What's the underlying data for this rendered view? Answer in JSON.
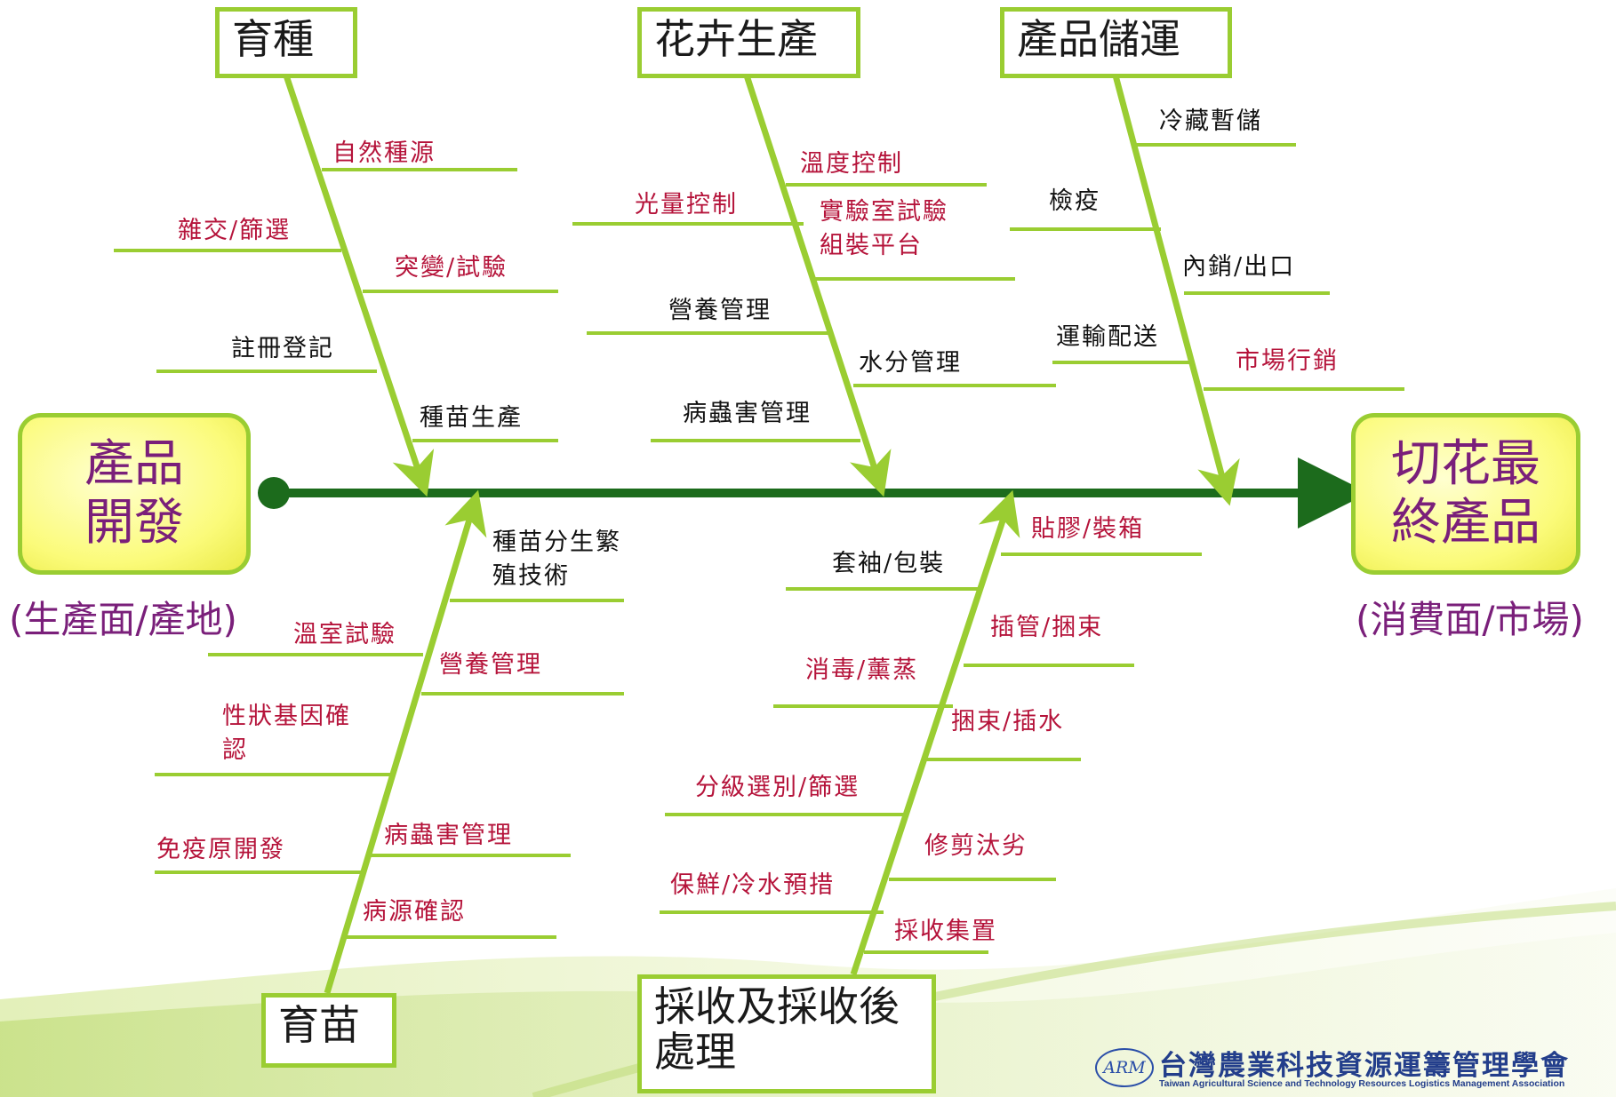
{
  "colors": {
    "bone": "#9acd32",
    "spine": "#1c6b1c",
    "accent_text": "#7a1f7a",
    "red_label": "#b5133a",
    "black_label": "#111111"
  },
  "start": {
    "label": "產品\n開發",
    "caption": "(生產面/產地)"
  },
  "end": {
    "label": "切花最\n終產品",
    "caption": "(消費面/市場)"
  },
  "categories": {
    "breeding": "育種",
    "flower_production": "花卉生產",
    "storage": "產品儲運",
    "seedling": "育苗",
    "harvest": "採收及採收後\n處理"
  },
  "causes": {
    "breeding": [
      {
        "text": "自然種源",
        "color": "red"
      },
      {
        "text": "雜交/篩選",
        "color": "red"
      },
      {
        "text": "突變/試驗",
        "color": "red"
      },
      {
        "text": "註冊登記",
        "color": "black"
      },
      {
        "text": "種苗生產",
        "color": "black"
      }
    ],
    "flower_production": [
      {
        "text": "溫度控制",
        "color": "red"
      },
      {
        "text": "光量控制",
        "color": "red"
      },
      {
        "text": "實驗室試驗\n組裝平台",
        "color": "red"
      },
      {
        "text": "營養管理",
        "color": "black"
      },
      {
        "text": "水分管理",
        "color": "black"
      },
      {
        "text": "病蟲害管理",
        "color": "black"
      }
    ],
    "storage": [
      {
        "text": "冷藏暫儲",
        "color": "black"
      },
      {
        "text": "檢疫",
        "color": "black"
      },
      {
        "text": "內銷/出口",
        "color": "black"
      },
      {
        "text": "運輸配送",
        "color": "black"
      },
      {
        "text": "市場行銷",
        "color": "red"
      }
    ],
    "seedling": [
      {
        "text": "種苗分生繁\n殖技術",
        "color": "black"
      },
      {
        "text": "溫室試驗",
        "color": "red"
      },
      {
        "text": "營養管理",
        "color": "red"
      },
      {
        "text": "性狀基因確\n認",
        "color": "red"
      },
      {
        "text": "免疫原開發",
        "color": "red"
      },
      {
        "text": "病蟲害管理",
        "color": "red"
      },
      {
        "text": "病源確認",
        "color": "red"
      }
    ],
    "harvest": [
      {
        "text": "貼膠/裝箱",
        "color": "red"
      },
      {
        "text": "套袖/包裝",
        "color": "black"
      },
      {
        "text": "插管/捆束",
        "color": "red"
      },
      {
        "text": "消毒/薰蒸",
        "color": "red"
      },
      {
        "text": "捆束/插水",
        "color": "red"
      },
      {
        "text": "分級選別/篩選",
        "color": "red"
      },
      {
        "text": "修剪汰劣",
        "color": "red"
      },
      {
        "text": "保鮮/冷水預措",
        "color": "red"
      },
      {
        "text": "採收集置",
        "color": "red"
      }
    ]
  },
  "logo": {
    "mark": "ARM",
    "name_cn": "台灣農業科技資源運籌管理學會",
    "name_en": "Taiwan Agricultural Science and Technology Resources Logistics Management Association"
  }
}
